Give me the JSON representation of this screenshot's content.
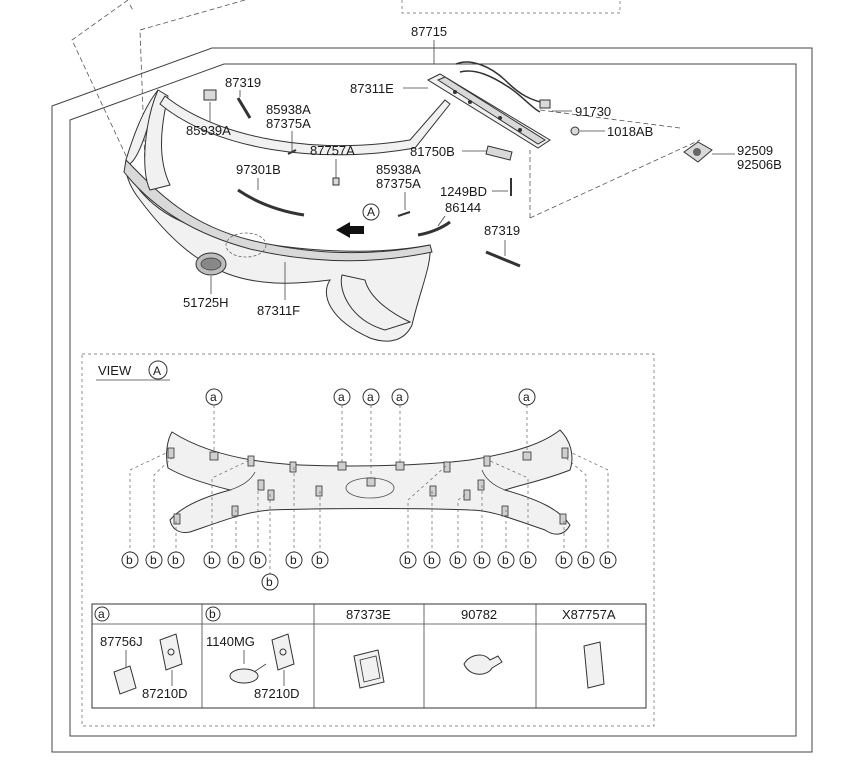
{
  "labels": {
    "p87715": "87715",
    "p87319_top": "87319",
    "p85938A_1": "85938A",
    "p87375A_1": "87375A",
    "p85939A": "85939A",
    "p87311E": "87311E",
    "p91730": "91730",
    "p1018AB": "1018AB",
    "p92509": "92509",
    "p92506B": "92506B",
    "p87757A": "87757A",
    "p97301B": "97301B",
    "p81750B": "81750B",
    "p85938A_2": "85938A",
    "p87375A_2": "87375A",
    "p1249BD": "1249BD",
    "p86144": "86144",
    "p87319_bot": "87319",
    "p51725H": "51725H",
    "p87311F": "87311F",
    "view_word": "VIEW",
    "view_letter": "A",
    "arrow_letter": "A",
    "clip_a": "a",
    "clip_b": "b"
  },
  "legend": {
    "col_a": "a",
    "col_b": "b",
    "col_3": "87373E",
    "col_4": "90782",
    "col_5": "X87757A",
    "a_part1": "87756J",
    "a_part2": "87210D",
    "b_part1": "1140MG",
    "b_part2": "87210D"
  }
}
